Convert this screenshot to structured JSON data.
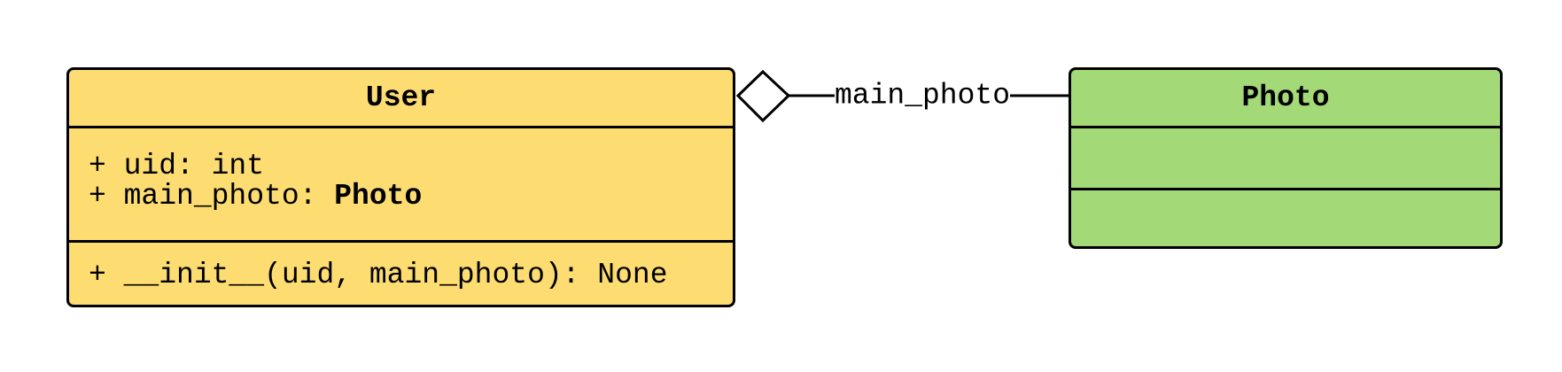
{
  "colors": {
    "user_fill": "#fddd72",
    "photo_fill": "#a3d977",
    "stroke": "#000000"
  },
  "classes": [
    {
      "name": "User",
      "attributes": [
        {
          "text": "+ uid: int"
        },
        {
          "text": "+ main_photo: ",
          "type": "Photo"
        }
      ],
      "methods": [
        "+ __init__(uid, main_photo): None"
      ]
    },
    {
      "name": "Photo",
      "attributes": [],
      "methods": []
    }
  ],
  "relation": {
    "type": "aggregation",
    "label": "main_photo",
    "from": "User",
    "to": "Photo"
  }
}
